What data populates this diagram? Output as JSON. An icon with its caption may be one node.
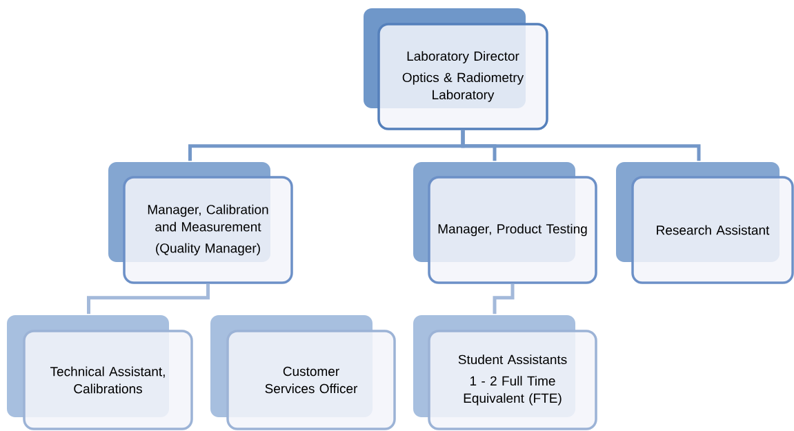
{
  "diagram": {
    "nodes": [
      {
        "text": [
          "Laboratory Director",
          "Optics & Radiometry Laboratory"
        ]
      },
      {
        "text": [
          "Manager, Calibration and Measurement",
          "(Quality Manager)"
        ]
      },
      {
        "text": [
          "Manager, Product Testing"
        ]
      },
      {
        "text": [
          "Research Assistant"
        ]
      },
      {
        "text": [
          "Technical Assistant, Calibrations"
        ]
      },
      {
        "text": [
          "Customer Services Officer"
        ]
      },
      {
        "text": [
          "Student Assistants",
          "1 - 2 Full Time Equivalent (FTE)"
        ]
      }
    ],
    "edges": [
      {
        "from": 0,
        "to": 1,
        "arrow": "none"
      },
      {
        "from": 0,
        "to": 2,
        "arrow": "none"
      },
      {
        "from": 0,
        "to": 3,
        "arrow": "none"
      },
      {
        "from": 1,
        "to": 4,
        "arrow": "none",
        "color": "#a3b9da"
      },
      {
        "from": 2,
        "to": 6,
        "arrow": "none",
        "color": "#a3b9da"
      }
    ]
  }
}
